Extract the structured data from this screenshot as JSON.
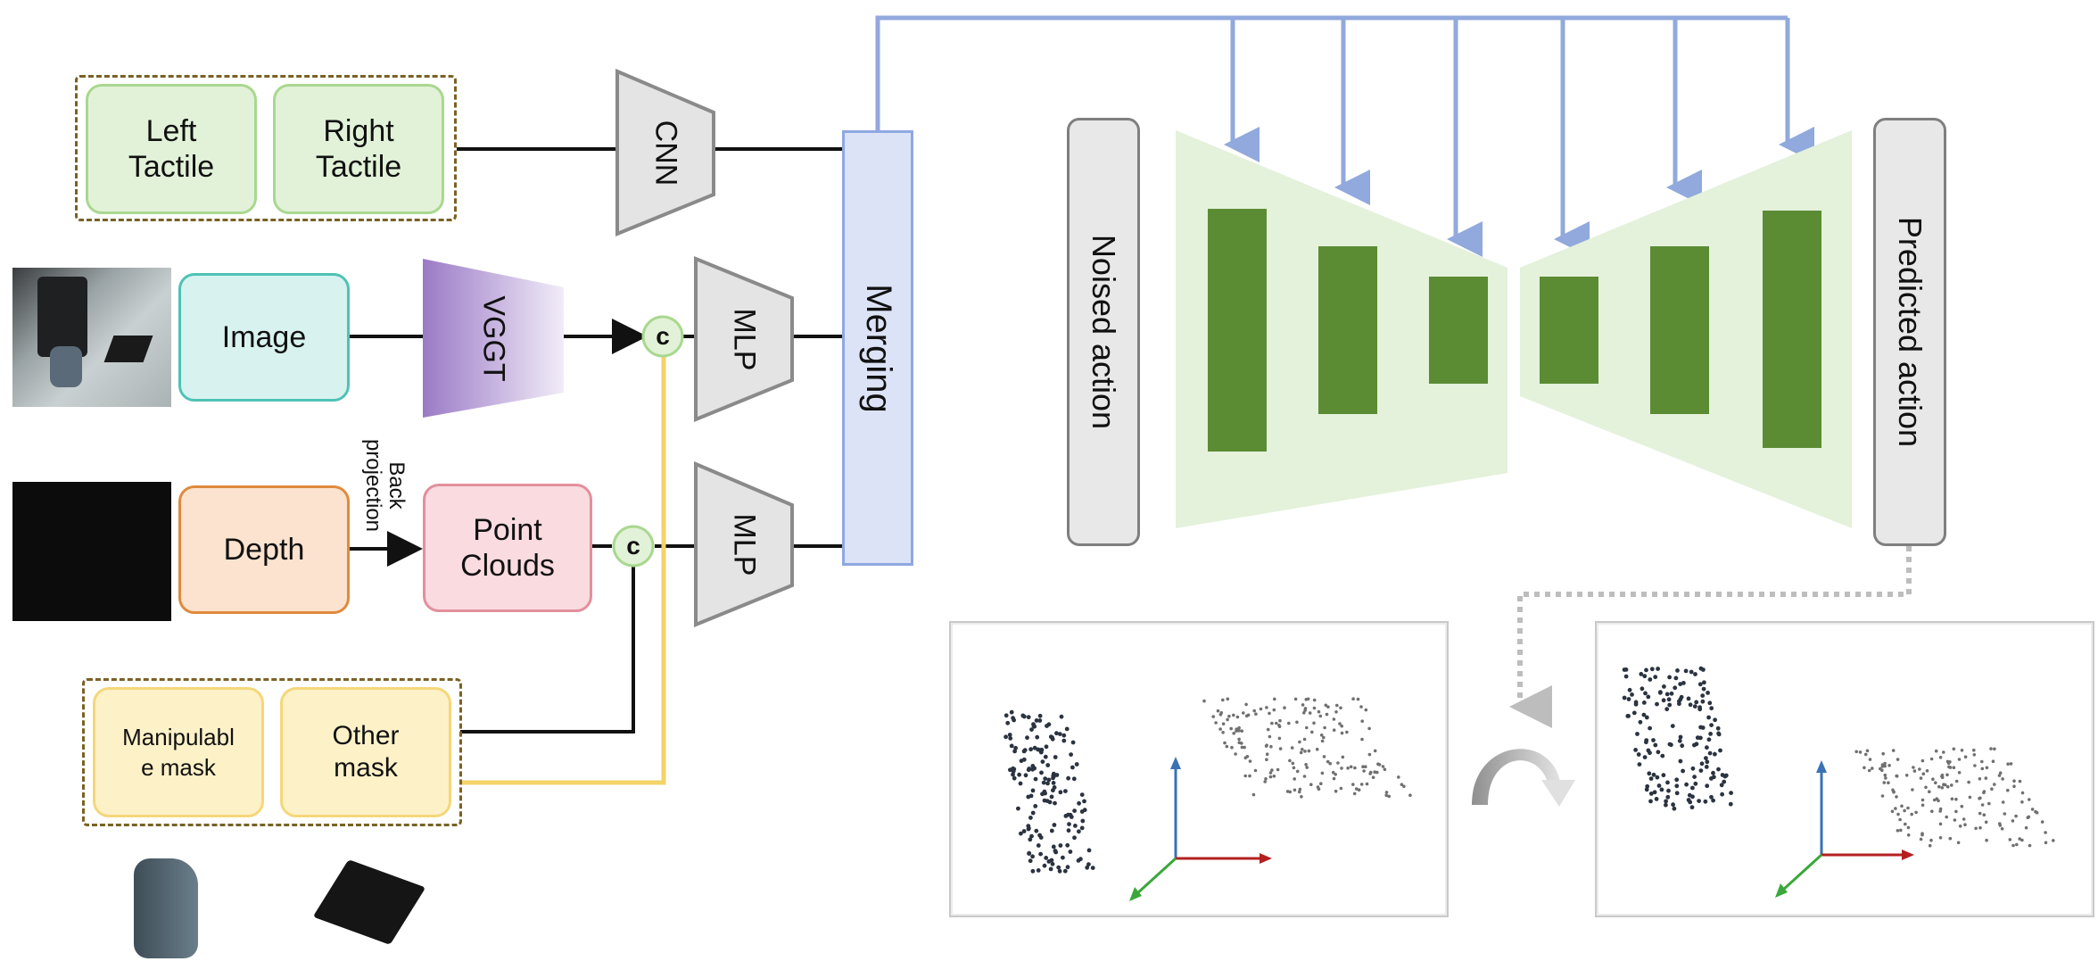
{
  "inputs": {
    "left_tactile": "Left\nTactile",
    "right_tactile": "Right\nTactile",
    "image": "Image",
    "depth": "Depth",
    "point_clouds": "Point\nClouds",
    "manipulable_mask": "Manipulabl\ne mask",
    "other_mask": "Other\nmask"
  },
  "encoders": {
    "cnn": "CNN",
    "vggt": "VGGT",
    "mlp_top": "MLP",
    "mlp_bottom": "MLP",
    "concat_top": "c",
    "concat_bottom": "c",
    "back_projection": "Back\nprojection"
  },
  "merging": "Merging",
  "unet": {
    "noised_action": "Noised action",
    "predicted_action": "Predicted action"
  },
  "colors": {
    "conditioning_arrow": "#91a9dc",
    "unet_bg": "#e4f1db",
    "unet_block": "#5b8c34",
    "mask_line": "#f3d36a",
    "axis_x": "#b51f1f",
    "axis_y": "#3a72b5",
    "axis_z": "#3aa83a"
  },
  "icons": {
    "rotation": "curved-rotate-arrow-icon"
  }
}
